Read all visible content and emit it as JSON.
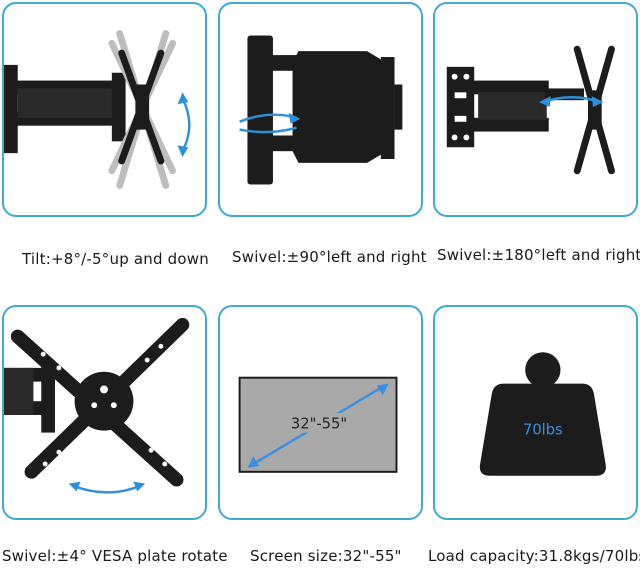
{
  "colors": {
    "frame": "#3fa9d6",
    "arrow": "#2f8fd8",
    "mount": "#1c1c1c",
    "screen": "#a9a9a9",
    "weight_text": "#3a8fe0"
  },
  "panels": [
    {
      "caption": "Tilt:+8°/-5°up and down",
      "icon": "tilt-mount-icon"
    },
    {
      "caption": "Swivel:±90°left and right",
      "icon": "swivel-90-mount-icon"
    },
    {
      "caption": "Swivel:±180°left and right",
      "icon": "swivel-180-mount-icon"
    },
    {
      "caption": "Swivel:±4° VESA plate rotate",
      "icon": "vesa-plate-rotate-icon"
    },
    {
      "caption": "Screen size:32\"-55\"",
      "icon": "screen-size-icon",
      "screen_label": "32\"-55\""
    },
    {
      "caption": "Load capacity:31.8kgs/70lbs",
      "icon": "weight-icon",
      "weight_label": "70lbs"
    }
  ]
}
